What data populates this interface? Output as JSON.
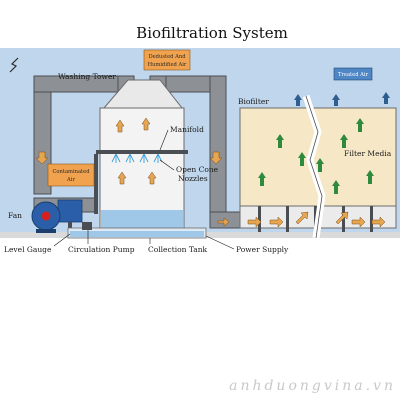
{
  "title": "Biofiltration System",
  "labels": {
    "washing_tower": "Washing Tower",
    "dedusted_air": [
      "Dedusted And",
      "Humidified Air"
    ],
    "treated_air": "Treated Air",
    "biofilter": "Biofilter",
    "manifold": "Manifold",
    "open_cone_nozzles": [
      "Open Cone",
      "Nozzles"
    ],
    "filter_media": "Filter Media",
    "contaminated_air": [
      "Contaminated",
      "Air"
    ],
    "fan": "Fan",
    "level_gauge": "Level Gauge",
    "circulation_pump": "Circulation Pump",
    "collection_tank": "Collection Tank",
    "power_supply": "Power Supply"
  },
  "watermark": "anhduongvina.vn",
  "colors": {
    "sky": "#bfd6ec",
    "duct": "#8d9196",
    "duct_edge": "#4a4d52",
    "tower": "#f3f3f3",
    "media": "#f6e8c7",
    "up_arrow_green": "#2e8b3d",
    "flow_arrow_orange": "#e6a550",
    "label_box_orange": "#f0a24e",
    "label_box_blue": "#4f86c6",
    "water": "#9fc7e8",
    "fan_blue": "#2a5ea8",
    "fan_hub_red": "#d62020"
  },
  "icons": [
    "lightning-zigzag-icon",
    "fan-icon",
    "nozzle-spray-icon",
    "up-arrow-icon",
    "right-arrow-icon"
  ]
}
